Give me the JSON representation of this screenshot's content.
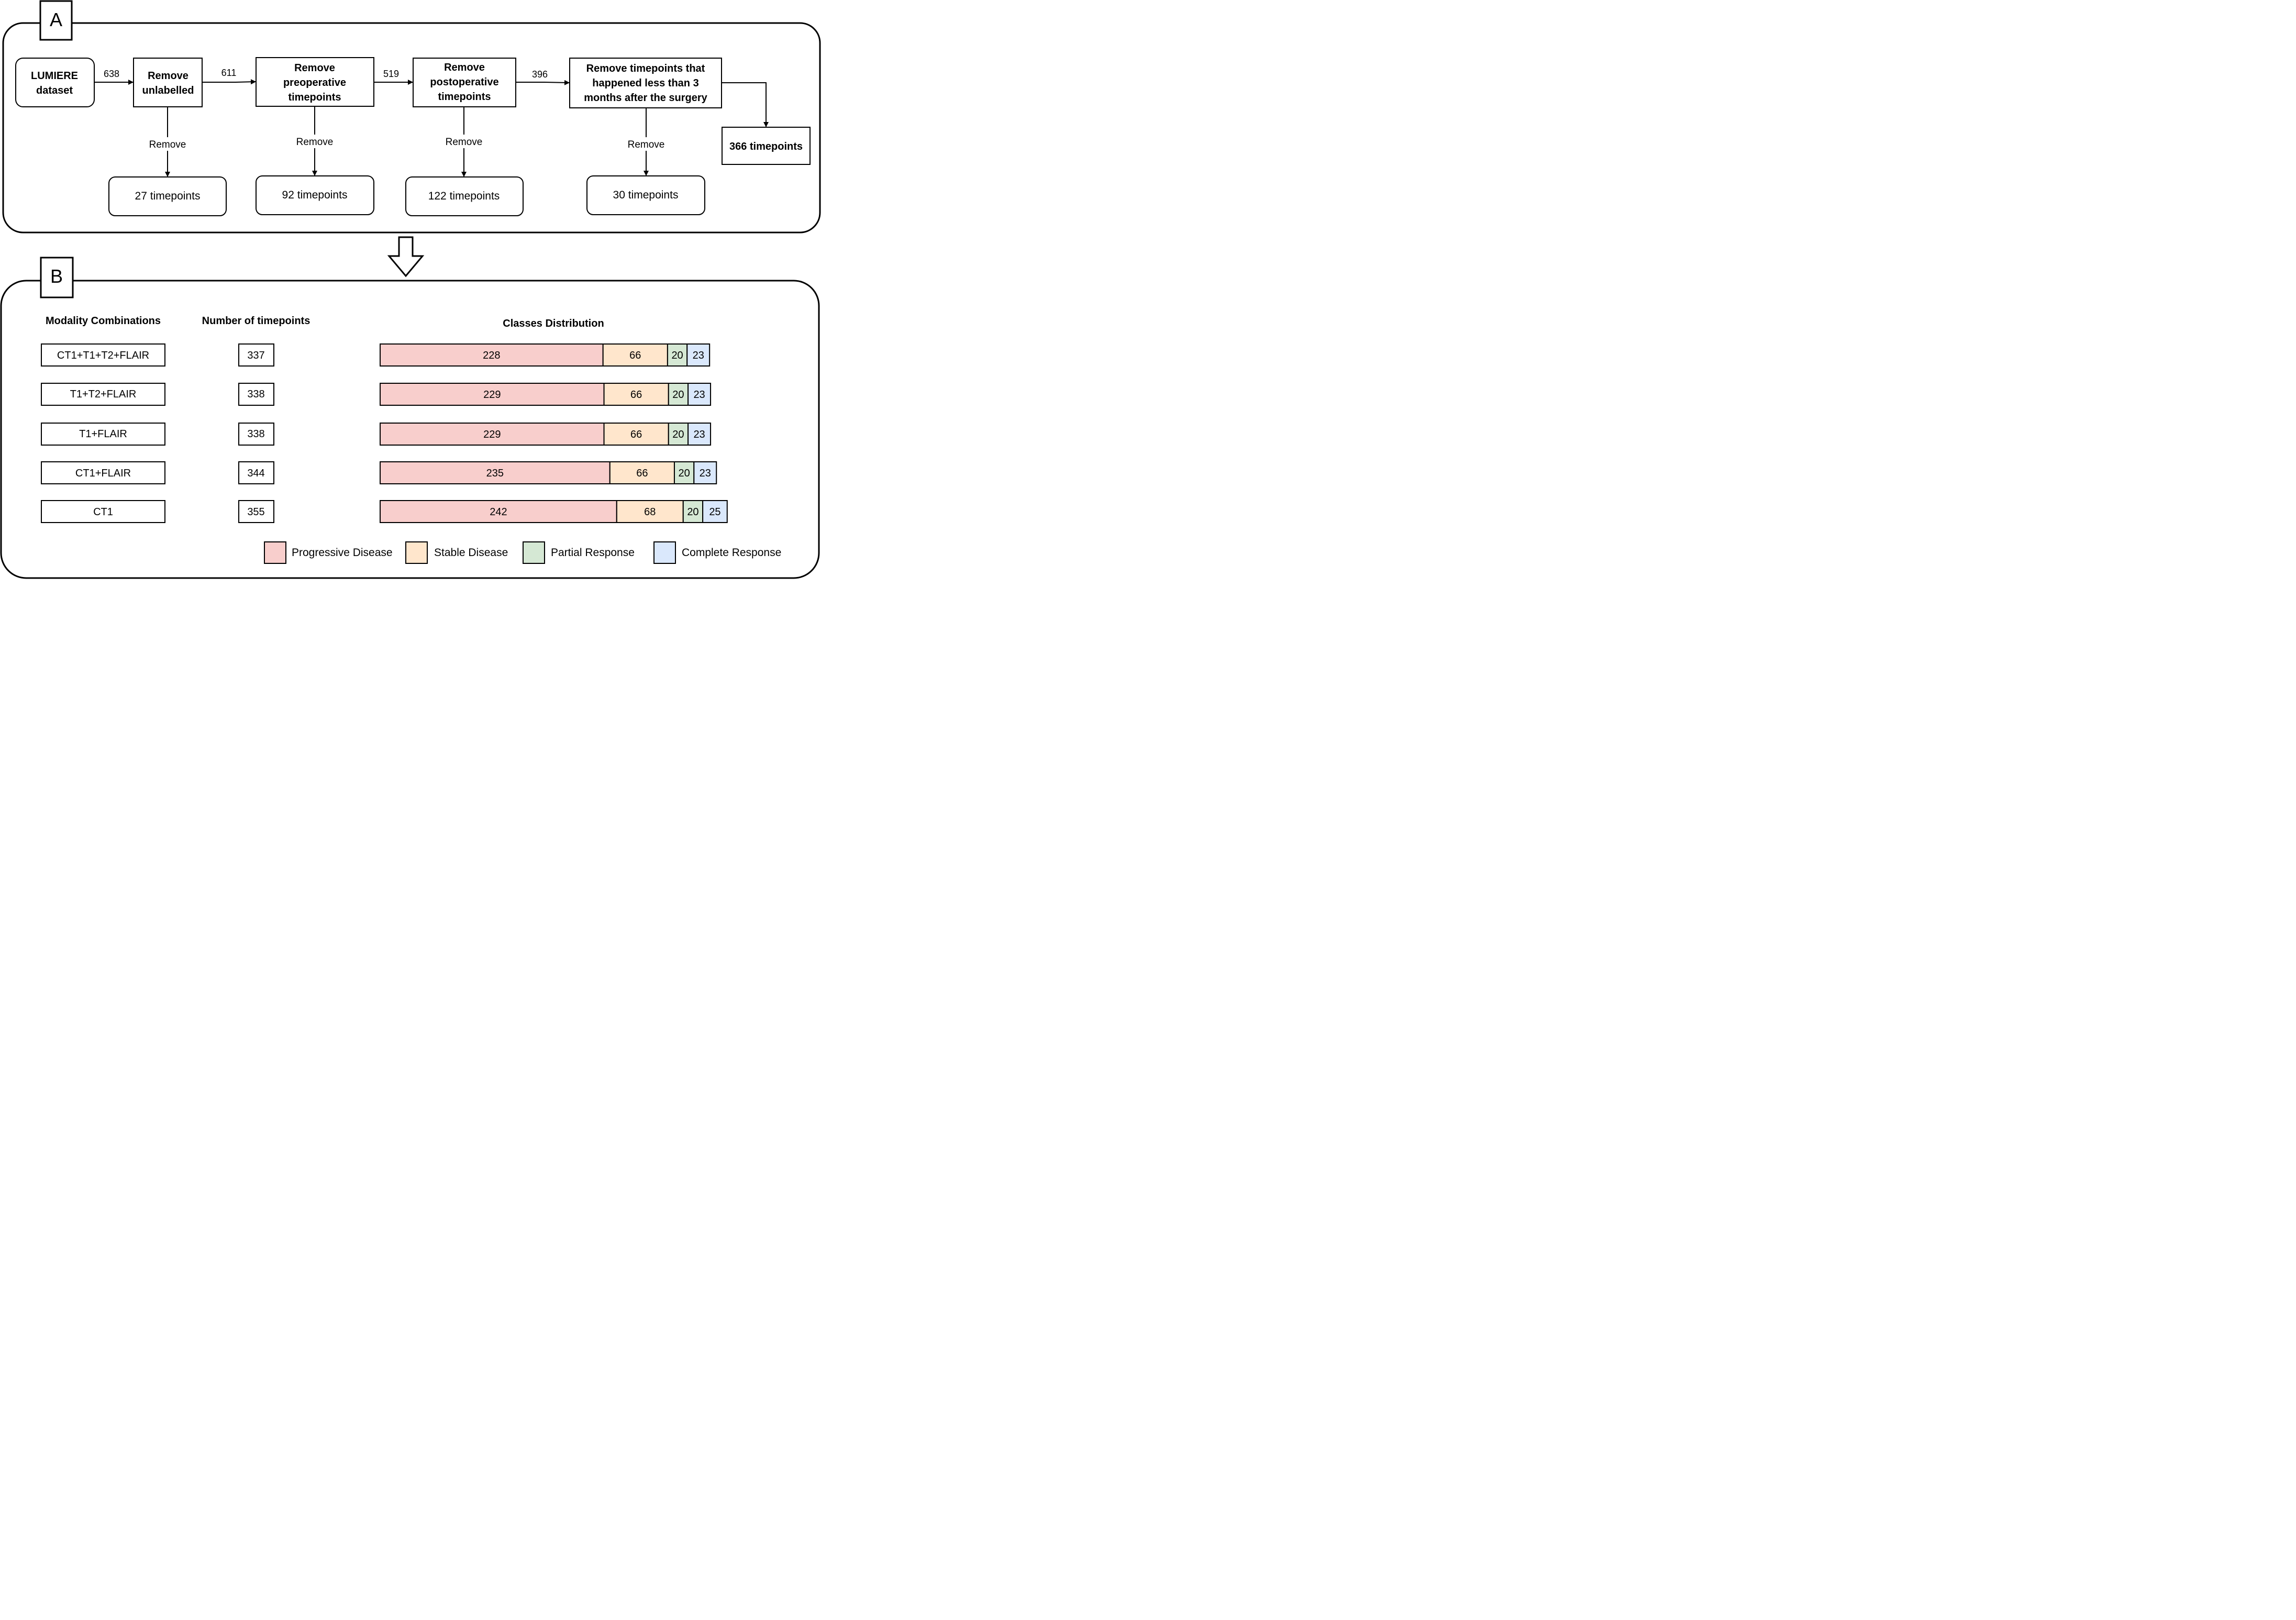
{
  "panel_a": {
    "label": "A",
    "steps": [
      {
        "lines": [
          "LUMIERE",
          "dataset"
        ]
      },
      {
        "lines": [
          "Remove",
          "unlabelled"
        ]
      },
      {
        "lines": [
          "Remove",
          "preoperative",
          "timepoints"
        ]
      },
      {
        "lines": [
          "Remove",
          "postoperative",
          "timepoints"
        ]
      },
      {
        "lines": [
          "Remove timepoints that",
          "happened less than 3",
          "months after the surgery"
        ]
      }
    ],
    "flow_counts": [
      "638",
      "611",
      "519",
      "396"
    ],
    "remove_label": "Remove",
    "removed": [
      "27 timepoints",
      "92 timepoints",
      "122 timepoints",
      "30 timepoints"
    ],
    "final": "366 timepoints"
  },
  "panel_b": {
    "label": "B",
    "headers": {
      "modality": "Modality Combinations",
      "count": "Number of timepoints",
      "distribution": "Classes Distribution"
    },
    "rows": [
      {
        "modality": "CT1+T1+T2+FLAIR",
        "count": "337",
        "values": [
          228,
          66,
          20,
          23
        ]
      },
      {
        "modality": "T1+T2+FLAIR",
        "count": "338",
        "values": [
          229,
          66,
          20,
          23
        ]
      },
      {
        "modality": "T1+FLAIR",
        "count": "338",
        "values": [
          229,
          66,
          20,
          23
        ]
      },
      {
        "modality": "CT1+FLAIR",
        "count": "344",
        "values": [
          235,
          66,
          20,
          23
        ]
      },
      {
        "modality": "CT1",
        "count": "355",
        "values": [
          242,
          68,
          20,
          25
        ]
      }
    ],
    "classes": [
      {
        "name": "Progressive Disease",
        "color": "#f8cecc"
      },
      {
        "name": "Stable Disease",
        "color": "#ffe6cc"
      },
      {
        "name": "Partial Response",
        "color": "#d5e8d4"
      },
      {
        "name": "Complete Response",
        "color": "#dae8fc"
      }
    ]
  }
}
